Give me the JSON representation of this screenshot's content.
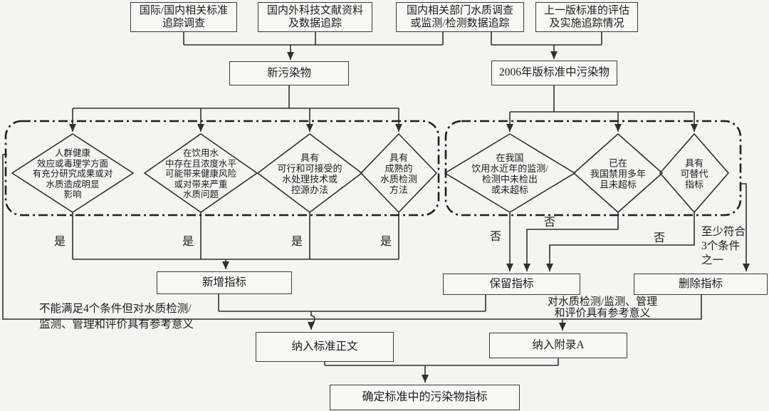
{
  "top_sources": [
    {
      "label": "国际/国内相关标准\n追踪调查"
    },
    {
      "label": "国内外科技文献资料\n及数据追踪"
    },
    {
      "label": "国内相关部门水质调查\n或监测/检测数据追踪"
    },
    {
      "label": "上一版标准的评估\n及实施追踪情况"
    }
  ],
  "category_nodes": {
    "new_pollutants": "新污染物",
    "pollutants_2006": "2006年版标准中污染物"
  },
  "new_pollutant_criteria": [
    {
      "label": "人群健康\n效应或毒理学方面\n有充分研究成果或对\n水质造成明显\n影响"
    },
    {
      "label": "在饮用水\n中存在且浓度水平\n可能带来健康风险\n或对带来严重\n水质问题"
    },
    {
      "label": "具有\n可行和可接受的\n水处理技术或\n控源办法"
    },
    {
      "label": "具有\n成熟的\n水质检测\n方法"
    }
  ],
  "existing_pollutant_criteria": [
    {
      "label": "在我国\n饮用水近年的监测/\n检测中未检出\n或未超标"
    },
    {
      "label": "已在\n我国禁用多年\n且未超标"
    },
    {
      "label": "具有\n可替代\n指标"
    }
  ],
  "decision_labels": {
    "yes": "是",
    "no": "否",
    "at_least_three": "至少符合\n3个条件\n之一"
  },
  "result_nodes": {
    "add": "新增指标",
    "retain": "保留指标",
    "delete": "删除指标",
    "main_text": "纳入标准正文",
    "appendix_a": "纳入附录A",
    "final": "确定标准中的污染物指标"
  },
  "annotations": {
    "left_note": "不能满足4个条件但对水质检测/\n监测、管理和评价具有参考意义",
    "middle_note": "对水质检测/监测、管理\n和评价具有参考意义"
  },
  "colors": {
    "line": "#2f2f2f",
    "border": "#3b3b3b",
    "background": "#f4f4f3"
  }
}
